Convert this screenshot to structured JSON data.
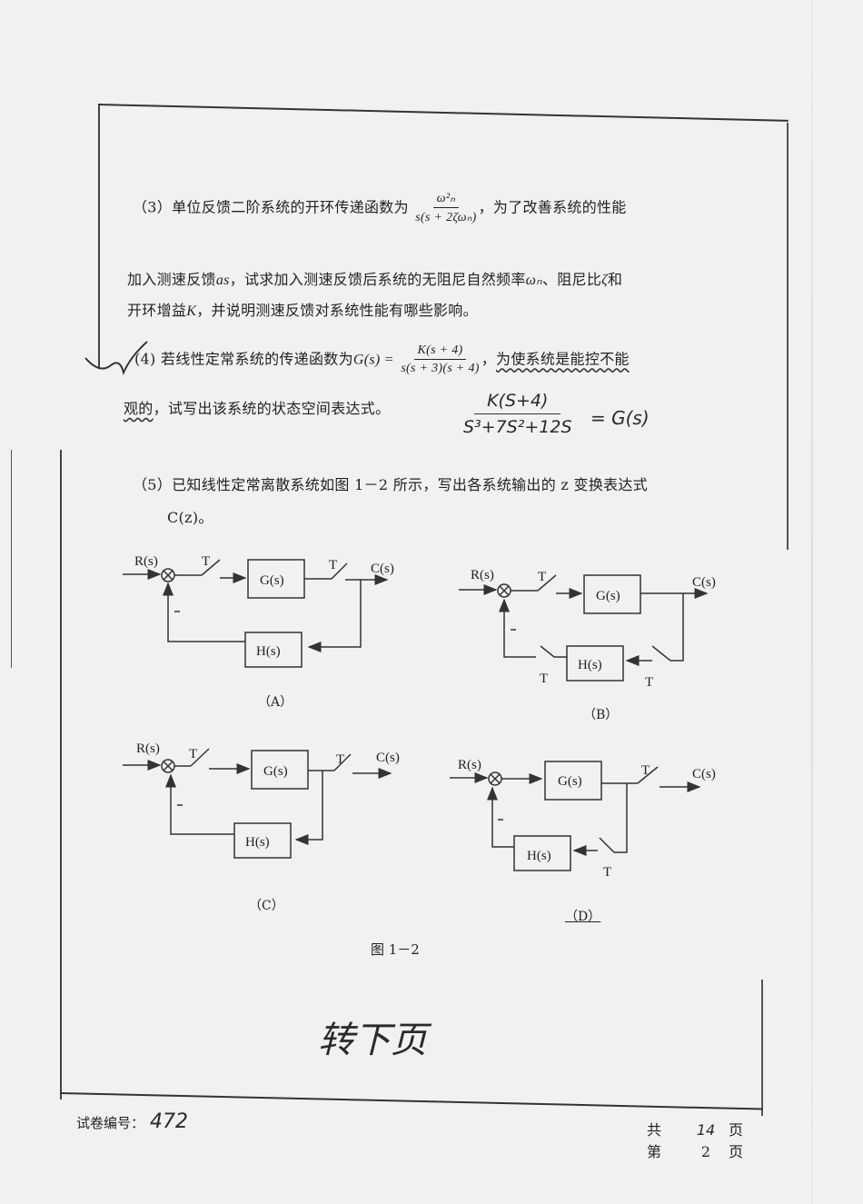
{
  "document": {
    "q3": {
      "label": "（3）",
      "text_a": "单位反馈二阶系统的开环传递函数为",
      "frac_num": "ω²ₙ",
      "frac_den": "s(s + 2ζωₙ)",
      "text_b": "，为了改善系统的性能",
      "line2_a": "加入测速反馈",
      "line2_var": "as",
      "line2_b": "，试求加入测速反馈后系统的无阻尼自然频率",
      "line2_omega": "ωₙ",
      "line2_c": "、阻尼比",
      "line2_zeta": "ζ",
      "line2_d": "和",
      "line3_a": "开环增益",
      "line3_var": "K",
      "line3_b": "，并说明测速反馈对系统性能有哪些影响。"
    },
    "q4": {
      "label": "(4)",
      "text_a": "若线性定常系统的传递函数为",
      "lhs": "G(s) =",
      "frac_num": "K(s + 4)",
      "frac_den": "s(s + 3)(s + 4)",
      "text_b": "，",
      "underlined_a": "为使系统是能控不能",
      "underlined_b": "观的",
      "text_c": "，试写出该系统的状态空间表达式。",
      "handwritten_num": "K(S+4)",
      "handwritten_den": "S³+7S²+12S",
      "handwritten_eq": "= G(s)"
    },
    "q5": {
      "label": "（5）",
      "text_a": "已知线性定常离散系统如图 1－2 所示，写出各系统输出的 z 变换表达式",
      "text_b": "C(z)。"
    },
    "figure": {
      "title": "图 1－2",
      "labels": {
        "input": "R(s)",
        "output": "C(s)",
        "forward": "G(s)",
        "feedback": "H(s)",
        "sampler": "T",
        "minus": "-"
      },
      "diagrams": [
        {
          "caption": "（A）"
        },
        {
          "caption": "（B）"
        },
        {
          "caption": "（C）"
        },
        {
          "caption": "（D）"
        }
      ]
    },
    "handwritten_note": "转下页",
    "footer": {
      "paper_id_label": "试卷编号：",
      "paper_id_value": "472",
      "total_label": "共",
      "total_value": "14",
      "current_label": "第",
      "current_value": "2",
      "page_unit": "页"
    }
  }
}
